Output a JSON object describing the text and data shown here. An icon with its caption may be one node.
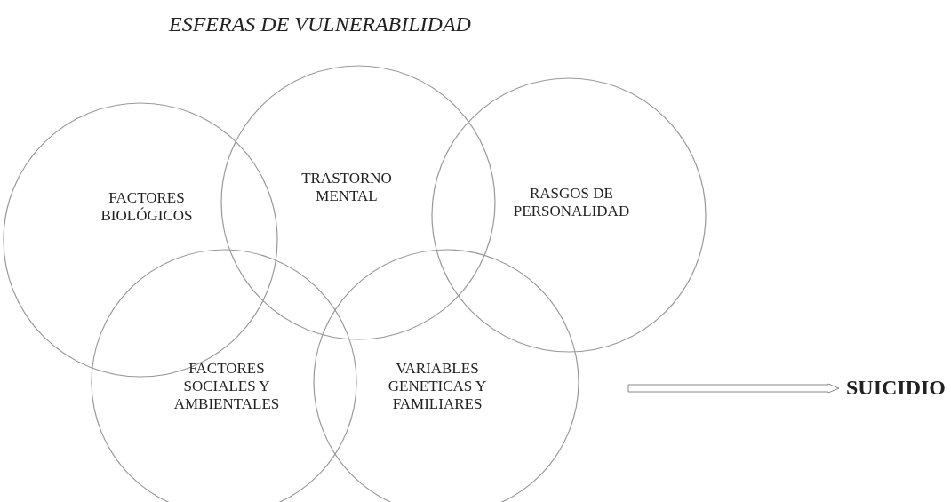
{
  "diagram": {
    "title": "ESFERAS DE VULNERABILIDAD",
    "nodes": [
      {
        "text": [
          "FACTORES BIOLÓGICOS"
        ]
      },
      {
        "text": [
          "TRASTORNO MENTAL"
        ]
      },
      {
        "text": [
          "RASGOS DE PERSONALIDAD"
        ]
      },
      {
        "text": [
          "FACTORES SOCIALES Y AMBIENTALES"
        ]
      },
      {
        "text": [
          "VARIABLES GENETICAS Y FAMILIARES"
        ]
      },
      {
        "text": [
          "SUICIDIO"
        ]
      }
    ],
    "edges": [
      {
        "from": null,
        "to": 5,
        "arrow": "to"
      }
    ]
  }
}
